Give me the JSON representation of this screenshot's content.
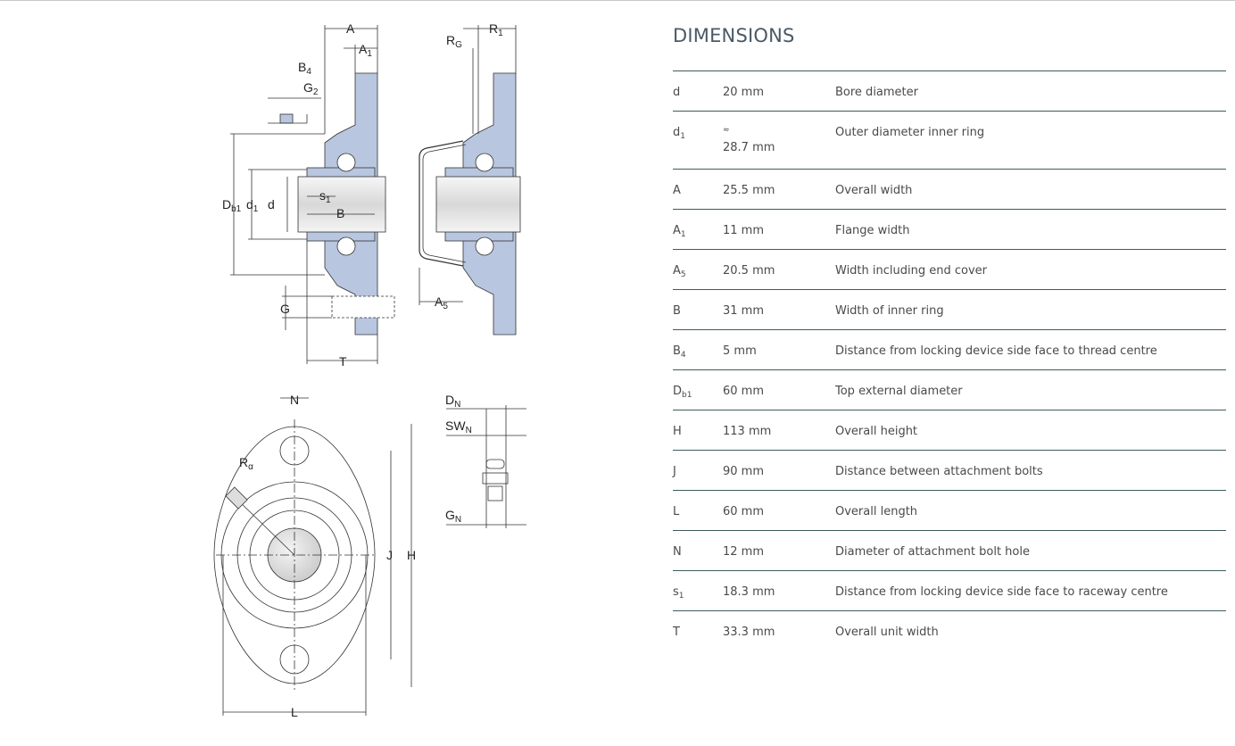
{
  "section_title": "DIMENSIONS",
  "rows": [
    {
      "symbol": "d",
      "sub": "",
      "approx": "",
      "value": "20 mm",
      "description": "Bore diameter"
    },
    {
      "symbol": "d",
      "sub": "1",
      "approx": "≈",
      "value": "28.7 mm",
      "description": "Outer diameter inner ring"
    },
    {
      "symbol": "A",
      "sub": "",
      "approx": "",
      "value": "25.5 mm",
      "description": "Overall width"
    },
    {
      "symbol": "A",
      "sub": "1",
      "approx": "",
      "value": "11 mm",
      "description": "Flange width"
    },
    {
      "symbol": "A",
      "sub": "5",
      "approx": "",
      "value": "20.5 mm",
      "description": "Width including end cover"
    },
    {
      "symbol": "B",
      "sub": "",
      "approx": "",
      "value": "31 mm",
      "description": "Width of inner ring"
    },
    {
      "symbol": "B",
      "sub": "4",
      "approx": "",
      "value": "5 mm",
      "description": "Distance from locking device side face to thread centre"
    },
    {
      "symbol": "D",
      "sub": "b1",
      "approx": "",
      "value": "60 mm",
      "description": "Top external diameter"
    },
    {
      "symbol": "H",
      "sub": "",
      "approx": "",
      "value": "113 mm",
      "description": "Overall height"
    },
    {
      "symbol": "J",
      "sub": "",
      "approx": "",
      "value": "90 mm",
      "description": "Distance between attachment bolts"
    },
    {
      "symbol": "L",
      "sub": "",
      "approx": "",
      "value": "60 mm",
      "description": "Overall length"
    },
    {
      "symbol": "N",
      "sub": "",
      "approx": "",
      "value": "12 mm",
      "description": "Diameter of attachment bolt hole"
    },
    {
      "symbol": "s",
      "sub": "1",
      "approx": "",
      "value": "18.3 mm",
      "description": "Distance from locking device side face to raceway centre"
    },
    {
      "symbol": "T",
      "sub": "",
      "approx": "",
      "value": "33.3 mm",
      "description": "Overall unit width"
    }
  ],
  "drawing_labels": {
    "A": "A",
    "A1": "A",
    "A1_sub": "1",
    "B4": "B",
    "B4_sub": "4",
    "G2": "G",
    "G2_sub": "2",
    "Db1": "D",
    "Db1_sub": "b1",
    "d1": "d",
    "d1_sub": "1",
    "d": "d",
    "s1": "s",
    "s1_sub": "1",
    "B": "B",
    "G": "G",
    "T": "T",
    "RG": "R",
    "RG_sub": "G",
    "R1": "R",
    "R1_sub": "1",
    "A5": "A",
    "A5_sub": "5",
    "N": "N",
    "Ra": "R",
    "Ra_sub": "α",
    "J": "J",
    "H": "H",
    "L": "L",
    "DN": "D",
    "DN_sub": "N",
    "SWN": "SW",
    "SWN_sub": "N",
    "GN": "G",
    "GN_sub": "N"
  },
  "colors": {
    "housing_fill": "#b9c6df",
    "shaft_fill": "#e6e6e6",
    "rule": "#3e5c5d",
    "title": "#4a5a66"
  }
}
